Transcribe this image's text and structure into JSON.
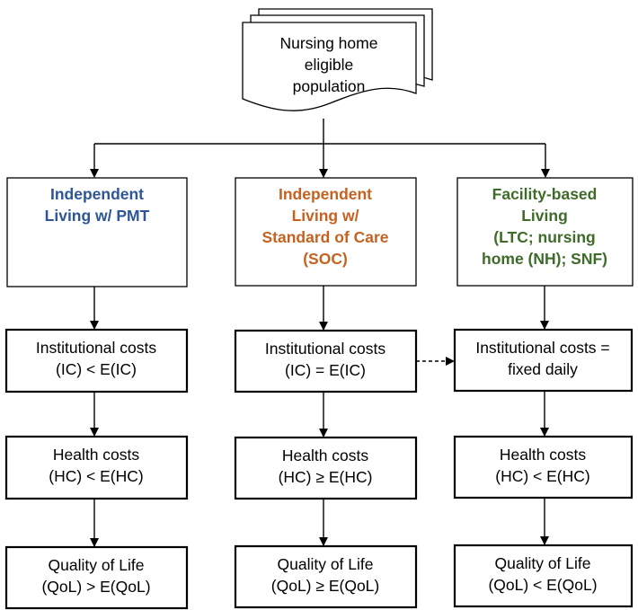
{
  "source": {
    "lines": [
      "Nursing home",
      "eligible",
      "population"
    ]
  },
  "colors": {
    "pmt": "#2e5597",
    "soc": "#c5621f",
    "facility": "#3f6b2a"
  },
  "columns": [
    {
      "header": [
        "Independent",
        "Living w/ PMT"
      ],
      "color_key": "pmt",
      "institutional": [
        "Institutional costs",
        "(IC) < E(IC)"
      ],
      "health": [
        "Health costs",
        "(HC) < E(HC)"
      ],
      "qol": [
        "Quality of Life",
        "(QoL) > E(QoL)"
      ]
    },
    {
      "header": [
        "Independent",
        "Living w/",
        "Standard of Care",
        "(SOC)"
      ],
      "color_key": "soc",
      "institutional": [
        "Institutional costs",
        "(IC) = E(IC)"
      ],
      "health": [
        "Health costs",
        "(HC) ≥ E(HC)"
      ],
      "qol": [
        "Quality of Life",
        "(QoL) ≥ E(QoL)"
      ]
    },
    {
      "header": [
        "Facility-based",
        "Living",
        "(LTC; nursing",
        "home (NH); SNF)"
      ],
      "color_key": "facility",
      "institutional": [
        "Institutional costs =",
        "fixed daily"
      ],
      "health": [
        "Health costs",
        "(HC) < E(HC)"
      ],
      "qol": [
        "Quality of Life",
        "(QoL) < E(QoL)"
      ]
    }
  ]
}
